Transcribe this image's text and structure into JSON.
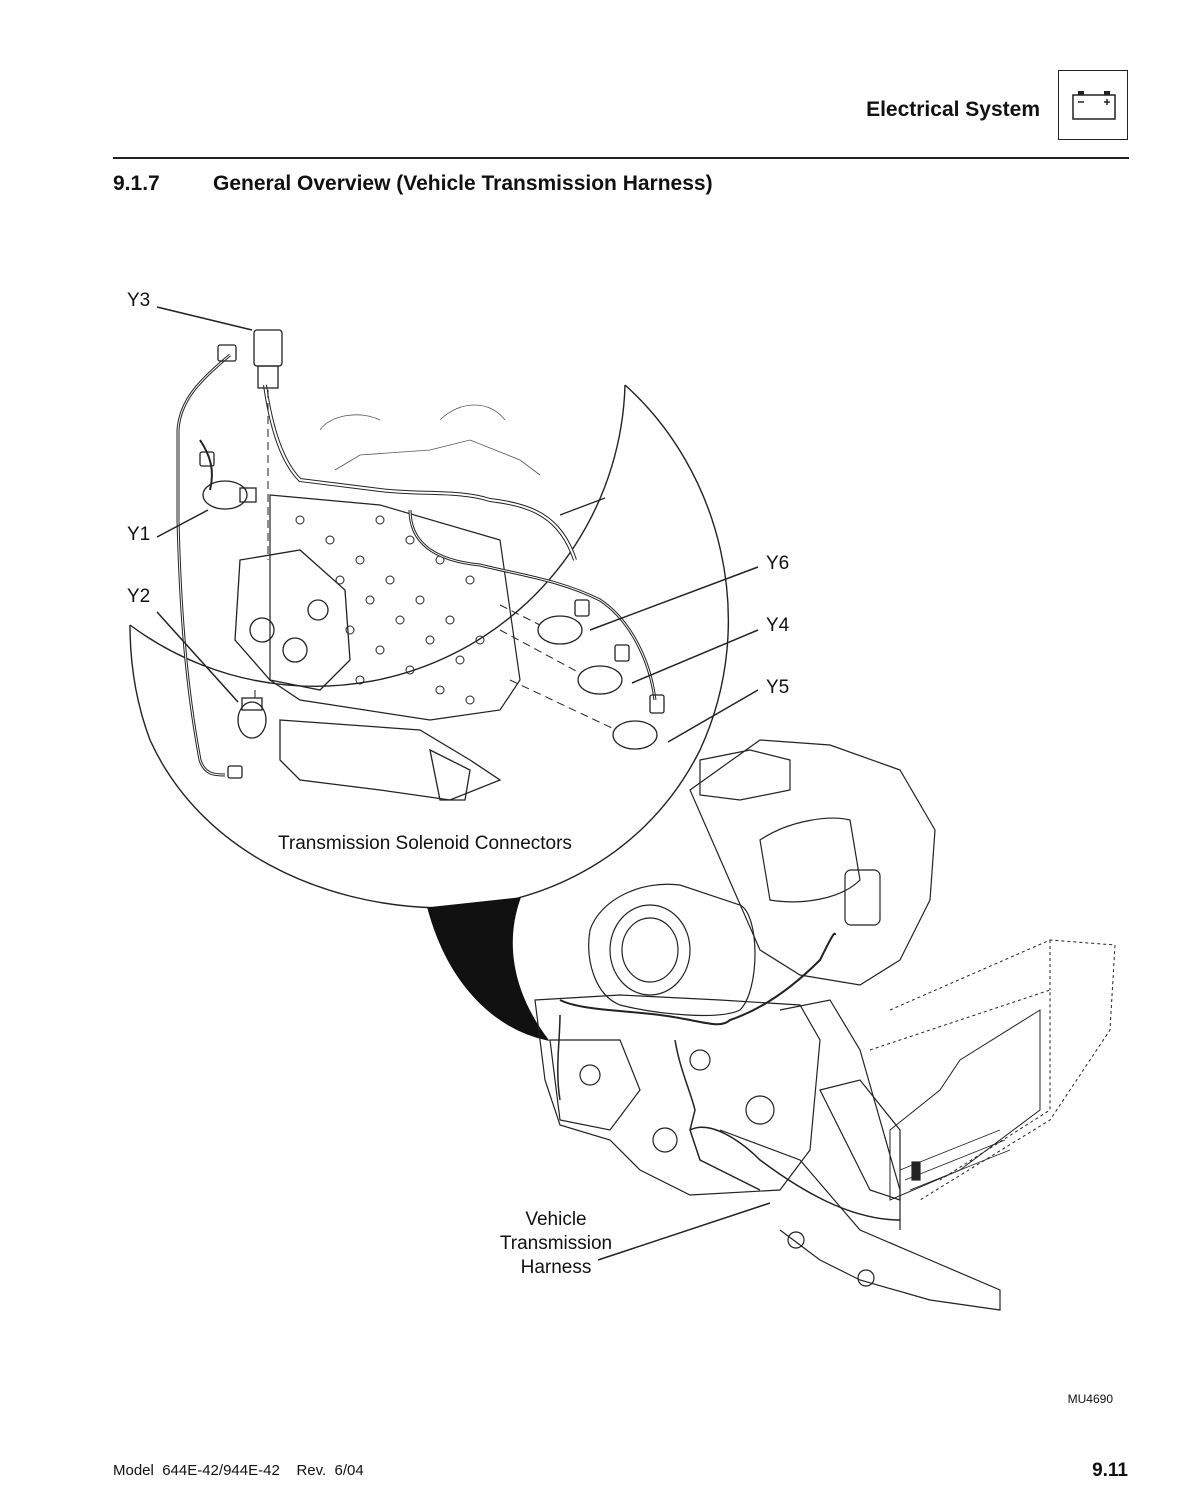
{
  "header": {
    "title": "Electrical System",
    "icon": "battery-icon"
  },
  "section": {
    "number": "9.1.7",
    "title": "General Overview (Vehicle Transmission Harness)"
  },
  "figure": {
    "callouts": {
      "y3": "Y3",
      "y1": "Y1",
      "y2": "Y2",
      "y6": "Y6",
      "y4": "Y4",
      "y5": "Y5"
    },
    "inset_caption": "Transmission Solenoid Connectors",
    "harness_label": [
      "Vehicle",
      "Transmission",
      "Harness"
    ],
    "figure_code": "MU4690"
  },
  "footer": {
    "model": "Model  644E-42/944E-42    Rev.  6/04",
    "page": "9.11"
  }
}
